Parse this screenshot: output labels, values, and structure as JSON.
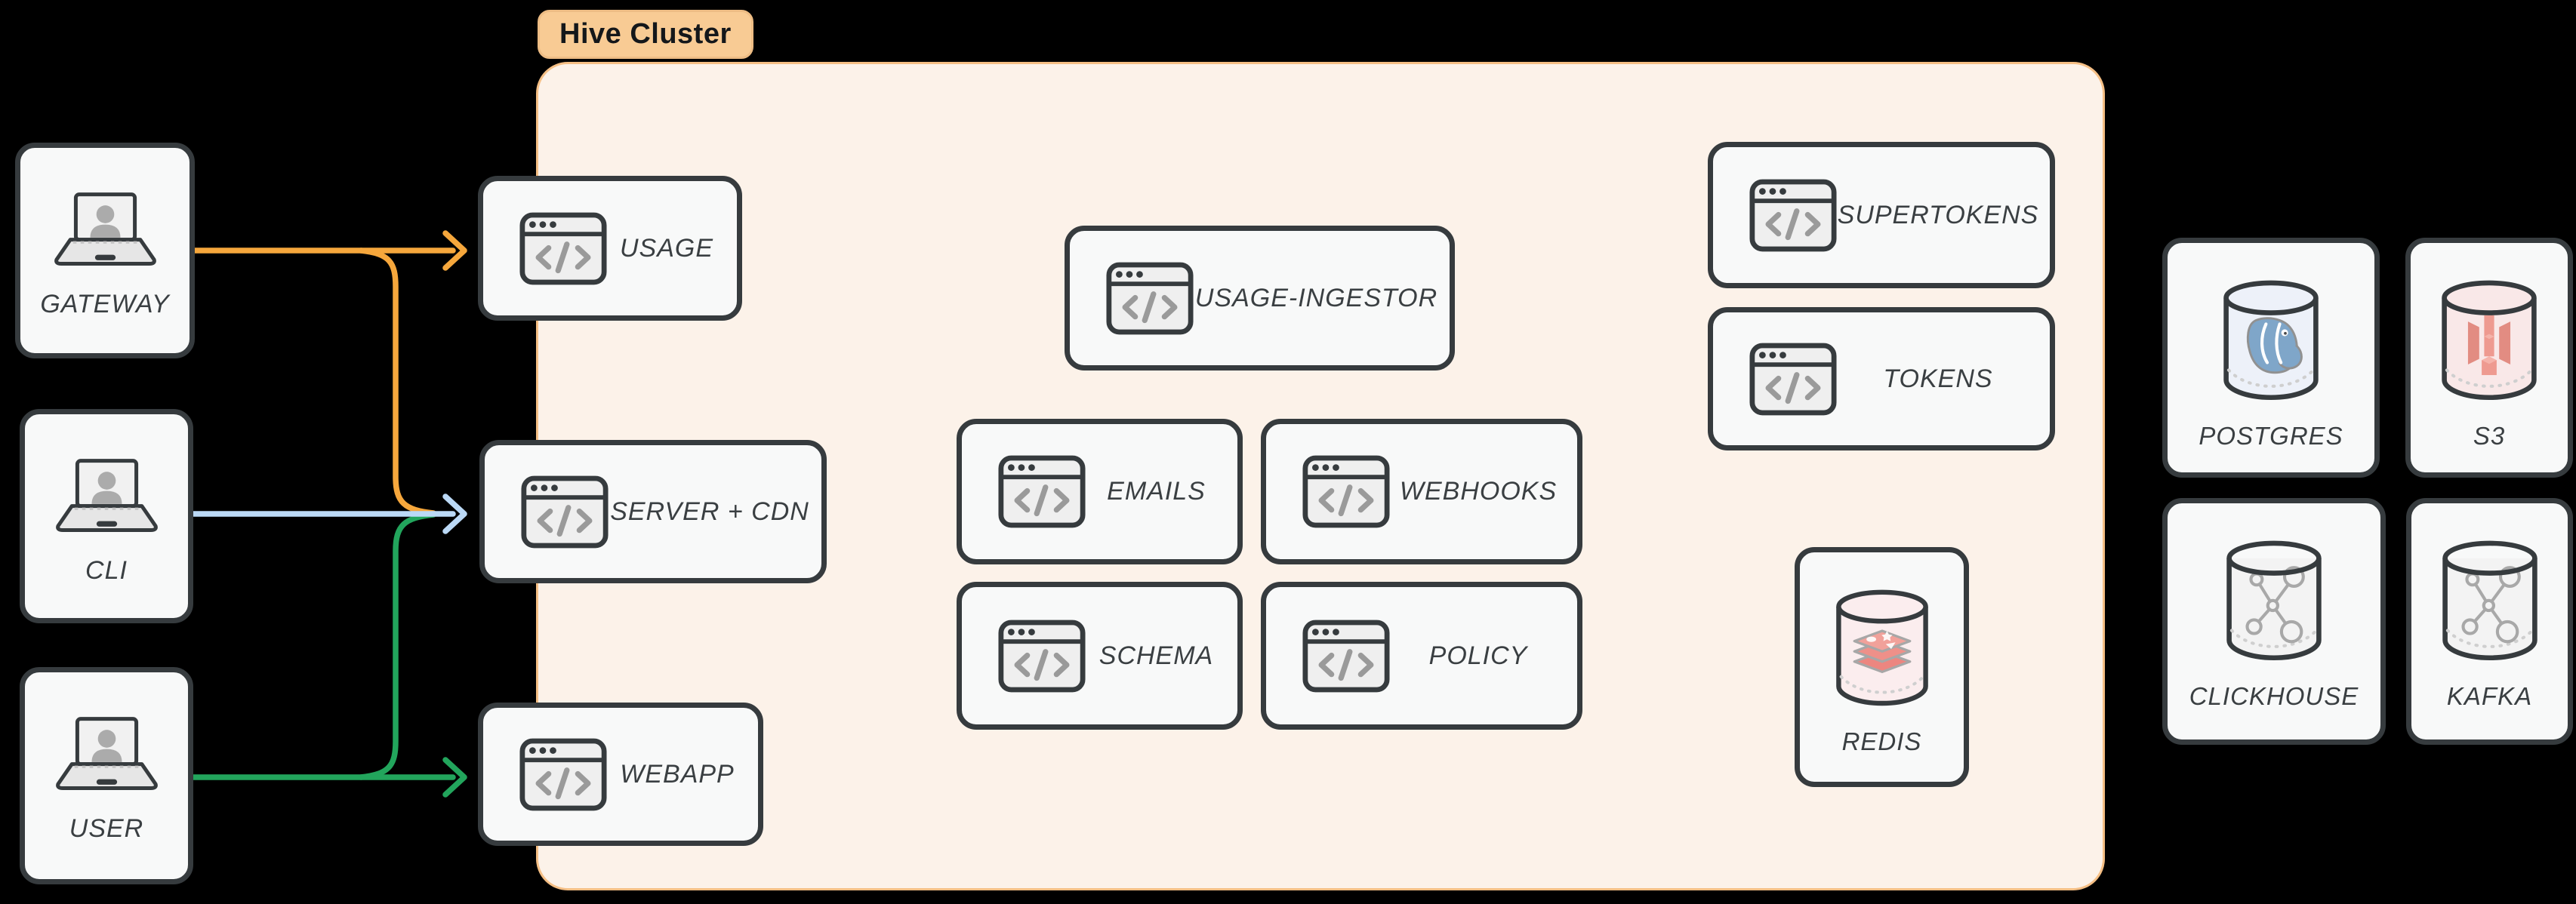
{
  "title_badge": {
    "label": "Hive Cluster"
  },
  "nodes": {
    "gateway": {
      "label": "GATEWAY",
      "icon": "laptop-user-icon"
    },
    "cli": {
      "label": "CLI",
      "icon": "laptop-user-icon"
    },
    "user": {
      "label": "USER",
      "icon": "laptop-user-icon"
    },
    "usage": {
      "label": "USAGE",
      "icon": "code-window-icon"
    },
    "server_cdn": {
      "label": "SERVER + CDN",
      "icon": "code-window-icon"
    },
    "webapp": {
      "label": "WEBAPP",
      "icon": "code-window-icon"
    },
    "usage_ingestor": {
      "label": "USAGE-INGESTOR",
      "icon": "code-window-icon"
    },
    "emails": {
      "label": "EMAILS",
      "icon": "code-window-icon"
    },
    "webhooks": {
      "label": "WEBHOOKS",
      "icon": "code-window-icon"
    },
    "schema": {
      "label": "SCHEMA",
      "icon": "code-window-icon"
    },
    "policy": {
      "label": "POLICY",
      "icon": "code-window-icon"
    },
    "supertokens": {
      "label": "SUPERTOKENS",
      "icon": "code-window-icon"
    },
    "tokens": {
      "label": "TOKENS",
      "icon": "code-window-icon"
    },
    "redis": {
      "label": "REDIS",
      "icon": "redis-database-icon"
    },
    "postgres": {
      "label": "POSTGRES",
      "icon": "postgres-database-icon"
    },
    "s3": {
      "label": "S3",
      "icon": "s3-database-icon"
    },
    "clickhouse": {
      "label": "CLICKHOUSE",
      "icon": "graph-database-icon"
    },
    "kafka": {
      "label": "KAFKA",
      "icon": "graph-database-icon"
    }
  },
  "connections": [
    {
      "from": "GATEWAY",
      "to": "USAGE",
      "color": "#F6A73C"
    },
    {
      "from": "GATEWAY",
      "to": "SERVER + CDN",
      "color": "#F6A73C"
    },
    {
      "from": "CLI",
      "to": "SERVER + CDN",
      "color": "#BBD9F6"
    },
    {
      "from": "USER",
      "to": "SERVER + CDN",
      "color": "#22A55C"
    },
    {
      "from": "USER",
      "to": "WEBAPP",
      "color": "#22A55C"
    }
  ],
  "colors": {
    "background": "#000000",
    "cluster_fill": "#FCF2E9",
    "cluster_border": "#F5BF85",
    "badge_fill": "#F8CB94",
    "node_fill": "#F8F9F9",
    "node_border": "#363B3E",
    "label_text": "#3A3F42",
    "arrow_orange": "#F6A73C",
    "arrow_blue": "#BBD9F6",
    "arrow_green": "#22A55C",
    "redis_red": "#EE9089",
    "postgres_blue": "#7FA6C9",
    "s3_salmon": "#E99287",
    "graph_gray": "#A8A8A8"
  }
}
